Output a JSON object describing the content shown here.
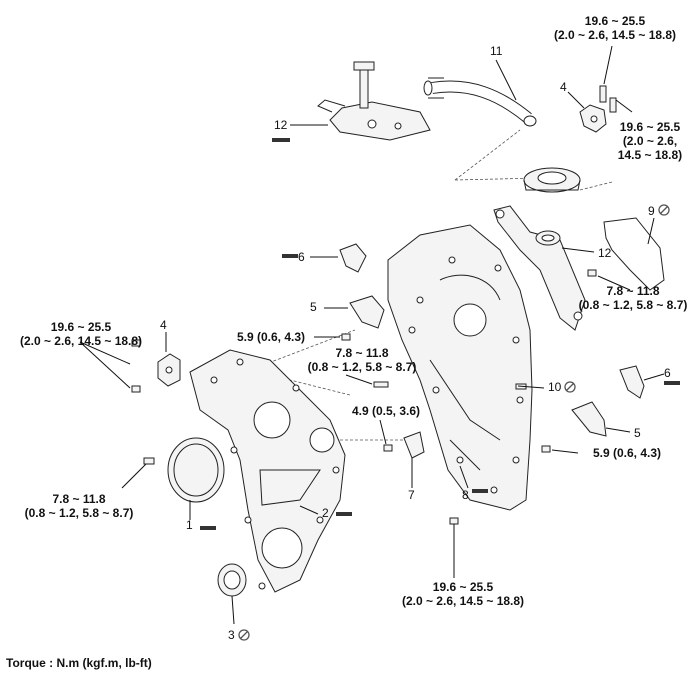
{
  "torque_note": "Torque : N.m (kgf.m, lb-ft)",
  "parts": [
    {
      "id": "p1",
      "number": "1"
    },
    {
      "id": "p2",
      "number": "2"
    },
    {
      "id": "p3",
      "number": "3"
    },
    {
      "id": "p4a",
      "number": "4"
    },
    {
      "id": "p4b",
      "number": "4"
    },
    {
      "id": "p5a",
      "number": "5"
    },
    {
      "id": "p5b",
      "number": "5"
    },
    {
      "id": "p6a",
      "number": "6"
    },
    {
      "id": "p6b",
      "number": "6"
    },
    {
      "id": "p7",
      "number": "7"
    },
    {
      "id": "p8",
      "number": "8"
    },
    {
      "id": "p9",
      "number": "9"
    },
    {
      "id": "p10",
      "number": "10"
    },
    {
      "id": "p11",
      "number": "11"
    },
    {
      "id": "p12a",
      "number": "12"
    },
    {
      "id": "p12b",
      "number": "12"
    }
  ],
  "torque_specs": {
    "top_right_1": {
      "line1": "19.6 ~ 25.5",
      "line2": "(2.0 ~ 2.6, 14.5 ~ 18.8)"
    },
    "top_right_2": {
      "line1": "19.6 ~ 25.5",
      "line2": "(2.0 ~ 2.6,",
      "line3": "14.5 ~ 18.8)"
    },
    "right_mid": {
      "line1": "7.8 ~ 11.8",
      "line2": "(0.8 ~ 1.2, 5.8 ~ 8.7)"
    },
    "center_59": {
      "line1": "5.9 (0.6, 4.3)"
    },
    "center_78": {
      "line1": "7.8 ~ 11.8",
      "line2": "(0.8 ~ 1.2, 5.8 ~ 8.7)"
    },
    "left_196": {
      "line1": "19.6 ~ 25.5",
      "line2": "(2.0 ~ 2.6, 14.5 ~ 18.8)"
    },
    "center_49": {
      "line1": "4.9 (0.5, 3.6)"
    },
    "right_59": {
      "line1": "5.9 (0.6, 4.3)"
    },
    "left_78": {
      "line1": "7.8 ~ 11.8",
      "line2": "(0.8 ~ 1.2, 5.8 ~ 8.7)"
    },
    "bottom_196": {
      "line1": "19.6 ~ 25.5",
      "line2": "(2.0 ~ 2.6, 14.5 ~ 18.8)"
    }
  },
  "icons": {
    "replace_symbol": "no-reuse-icon"
  }
}
